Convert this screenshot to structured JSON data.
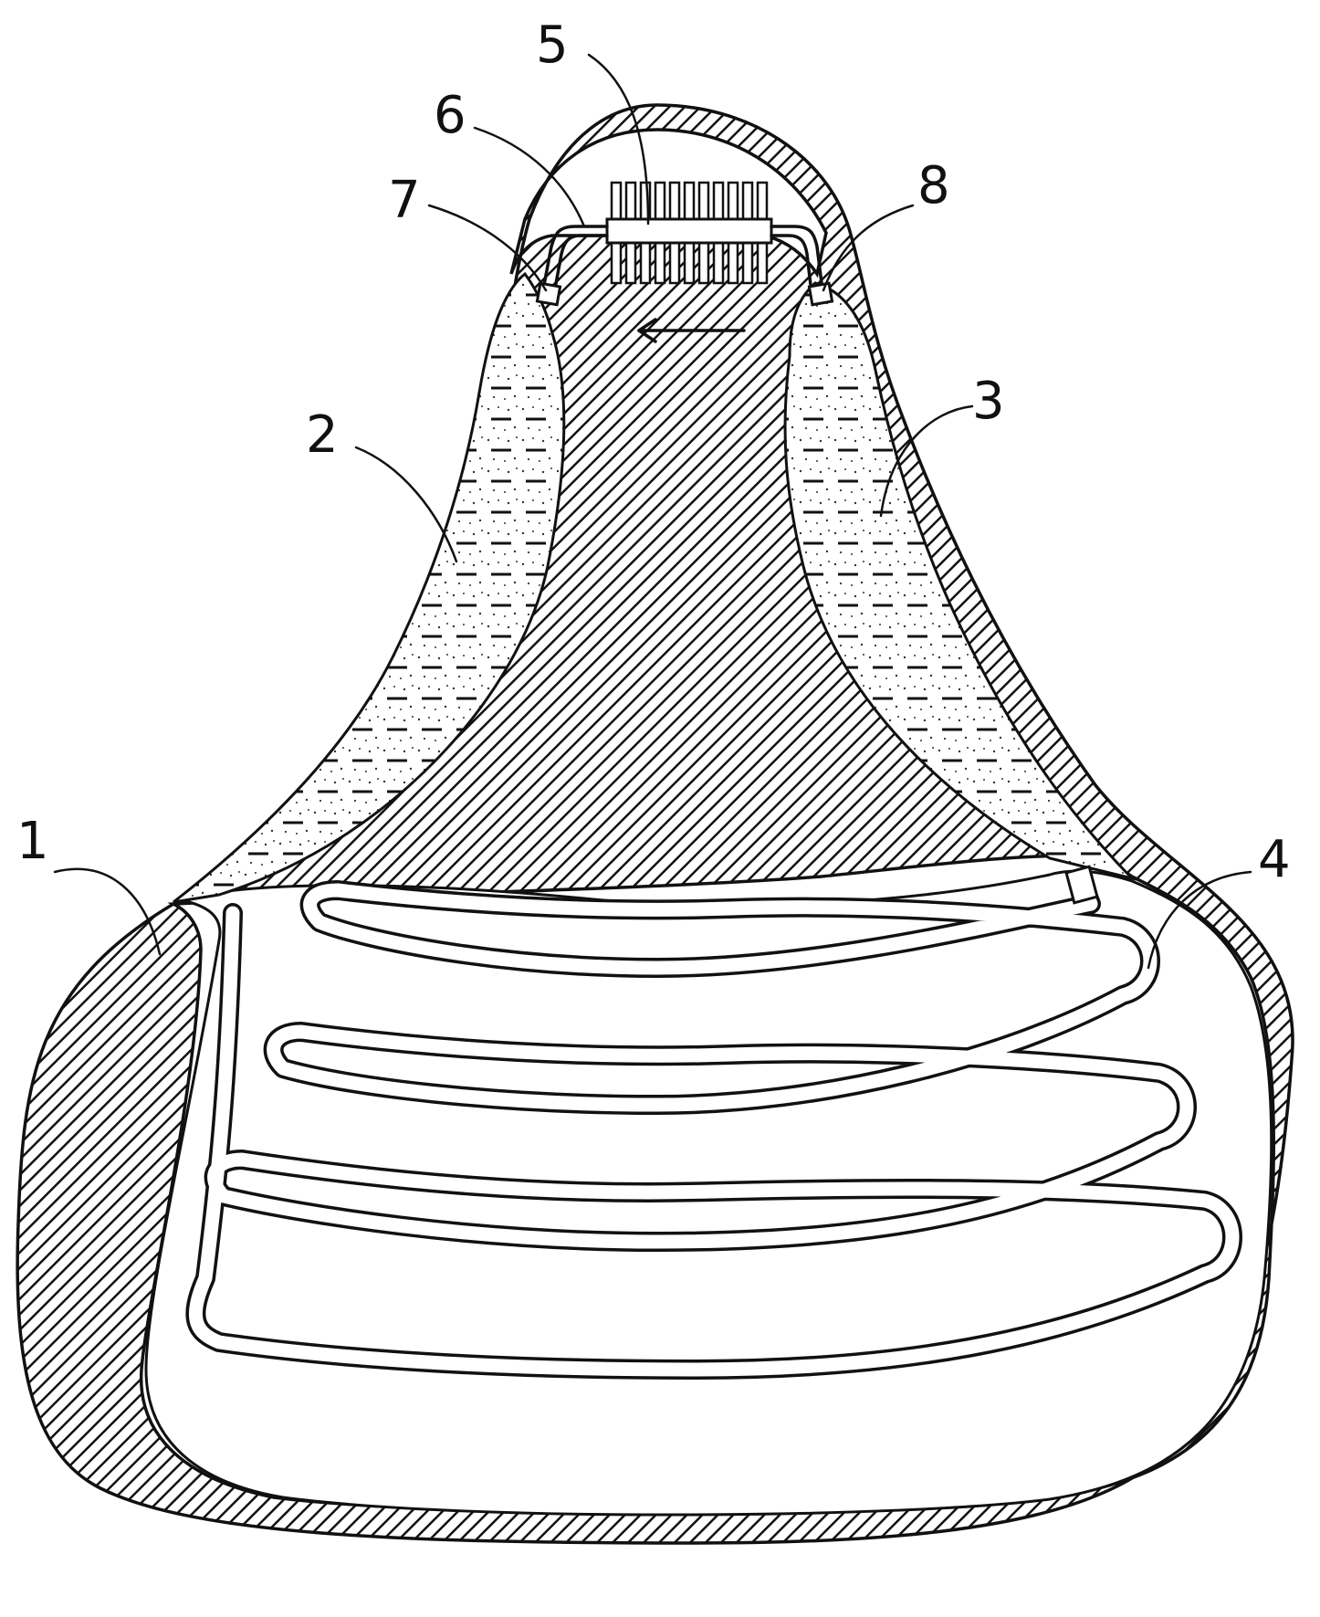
{
  "figure": {
    "labels": {
      "l1": "1",
      "l2": "2",
      "l3": "3",
      "l4": "4",
      "l5": "5",
      "l6": "6",
      "l7": "7",
      "l8": "8"
    },
    "flow_direction": "leftward",
    "colors": {
      "ink": "#111111",
      "background": "#ffffff"
    }
  }
}
